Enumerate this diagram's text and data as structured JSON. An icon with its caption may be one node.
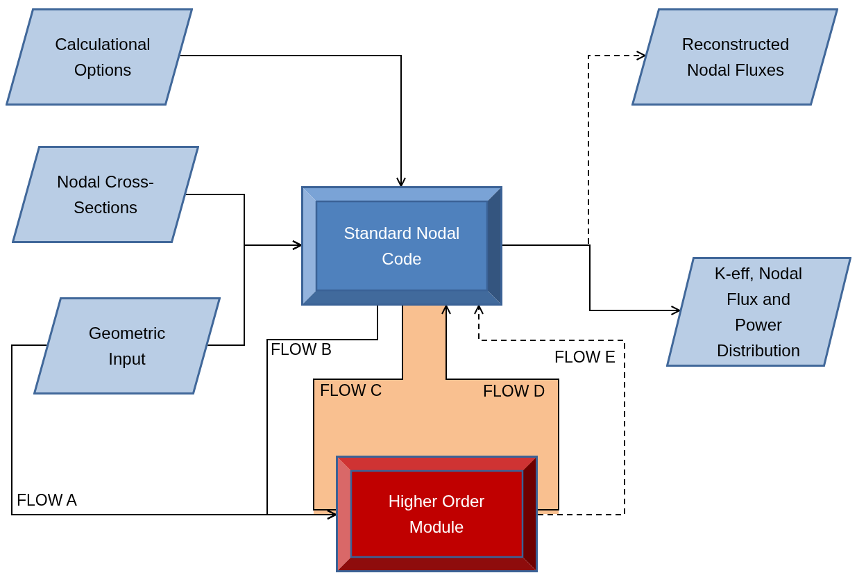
{
  "diagram": {
    "nodes": [
      {
        "text": [
          "Calculational Options"
        ]
      },
      {
        "text": [
          "Reconstructed Nodal Fluxes"
        ]
      },
      {
        "text": [
          "Nodal Cross-Sections"
        ]
      },
      {
        "text": [
          "Standard Nodal Code"
        ]
      },
      {
        "text": [
          "K-eff, Nodal Flux and Power Distribution"
        ]
      },
      {
        "text": [
          "Geometric Input"
        ]
      },
      {
        "text": [
          "Higher Order Module"
        ]
      }
    ],
    "edges": [
      {
        "from": 0,
        "to": 3,
        "arrow": "to"
      },
      {
        "from": 2,
        "to": 3,
        "arrow": "to"
      },
      {
        "from": 5,
        "to": 3,
        "arrow": "to"
      },
      {
        "from": 5,
        "to": 6,
        "arrow": "to",
        "label": "FLOW A"
      },
      {
        "from": 3,
        "to": 6,
        "arrow": "to",
        "label": "FLOW B"
      },
      {
        "from": 3,
        "to": 6,
        "arrow": "none",
        "label": "FLOW C"
      },
      {
        "from": 6,
        "to": 3,
        "arrow": "to",
        "label": "FLOW D"
      },
      {
        "from": 6,
        "to": 3,
        "arrow": "to",
        "label": "FLOW E",
        "style": "dashed"
      },
      {
        "from": 3,
        "to": 1,
        "arrow": "to",
        "style": "dashed"
      },
      {
        "from": 3,
        "to": 4,
        "arrow": "to"
      }
    ]
  }
}
